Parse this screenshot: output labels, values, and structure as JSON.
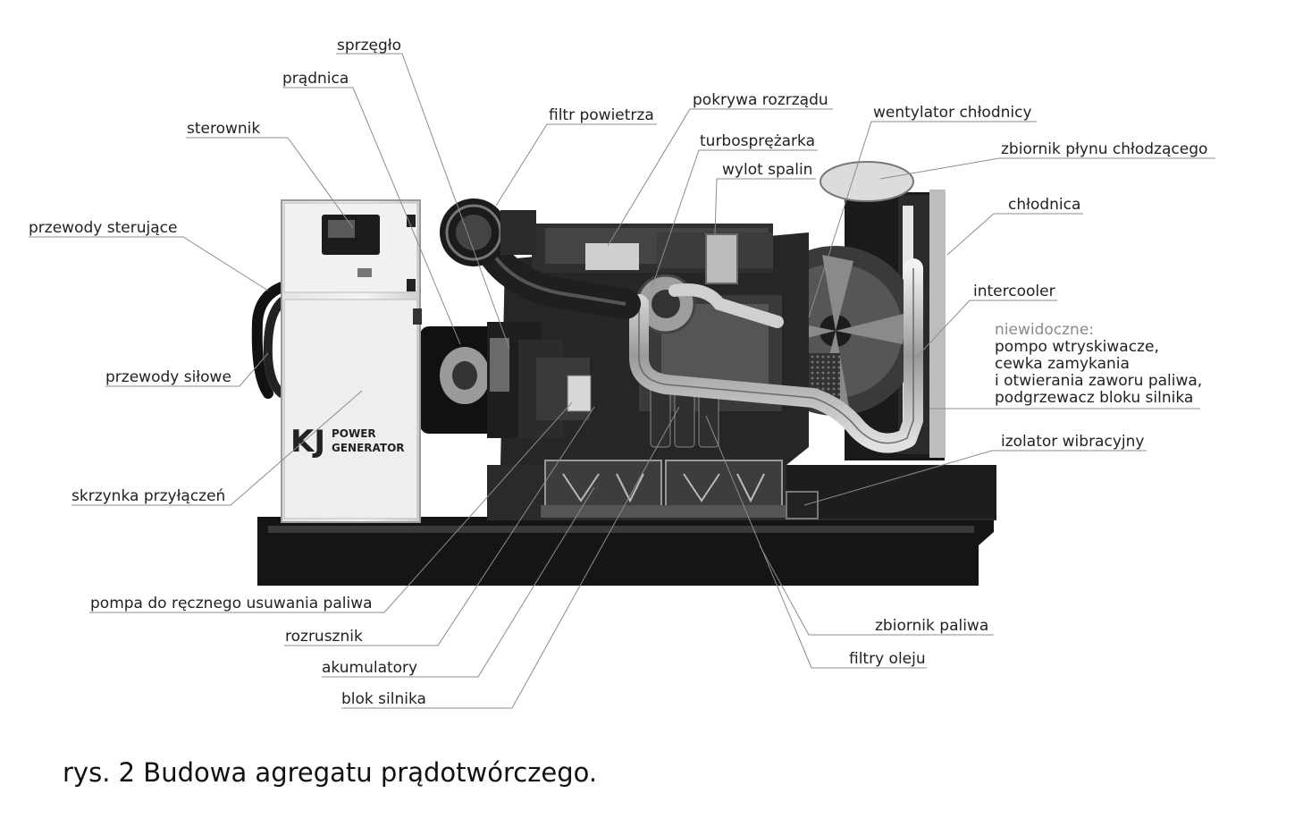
{
  "labels": {
    "sprzeglo": "sprzęgło",
    "pradnica": "prądnica",
    "sterownik": "sterownik",
    "przewody_sterujace": "przewody sterujące",
    "przewody_silowe": "przewody siłowe",
    "skrzynka": "skrzynka przyłączeń",
    "pompa": "pompa do ręcznego usuwania paliwa",
    "rozrusznik": "rozrusznik",
    "akumulatory": "akumulatory",
    "blok": "blok silnika",
    "filtr_powietrza": "filtr powietrza",
    "pokrywa": "pokrywa rozrządu",
    "turbo": "turbosprężarka",
    "wylot": "wylot spalin",
    "wentylator": "wentylator chłodnicy",
    "zbiornik_plynu": "zbiornik płynu chłodzącego",
    "chlodnica": "chłodnica",
    "intercooler": "intercooler",
    "izolator": "izolator wibracyjny",
    "zbiornik_paliwa": "zbiornik paliwa",
    "filtry_oleju": "filtry oleju"
  },
  "note": {
    "heading": "niewidoczne:",
    "lines": [
      "pompo wtryskiwacze,",
      "cewka zamykania",
      "i otwierania zaworu paliwa,",
      "podgrzewacz bloku silnika"
    ]
  },
  "logo": {
    "mark": "KJ",
    "line1": "POWER",
    "line2": "GENERATOR"
  },
  "caption": "rys. 2 Budowa agregatu prądotwórczego."
}
